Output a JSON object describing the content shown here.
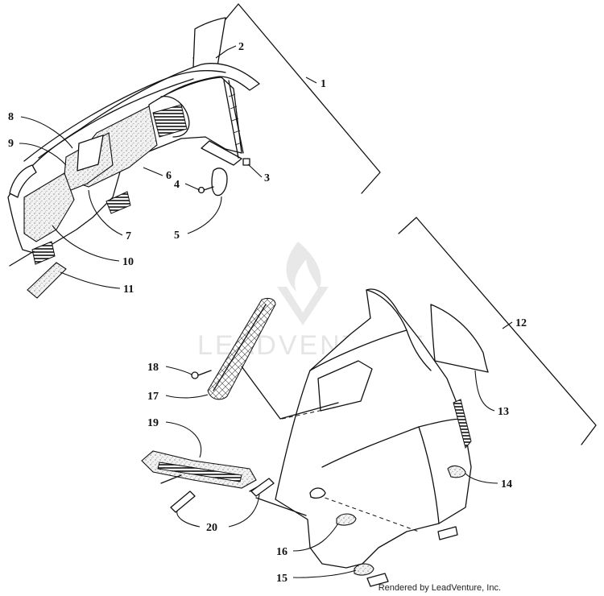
{
  "watermark": {
    "text": "LEADVENTURE"
  },
  "credit": "Rendered by LeadVenture, Inc.",
  "callouts": [
    {
      "id": "c1",
      "label": "1"
    },
    {
      "id": "c2",
      "label": "2"
    },
    {
      "id": "c3",
      "label": "3"
    },
    {
      "id": "c4",
      "label": "4"
    },
    {
      "id": "c5",
      "label": "5"
    },
    {
      "id": "c6",
      "label": "6"
    },
    {
      "id": "c7",
      "label": "7"
    },
    {
      "id": "c8",
      "label": "8"
    },
    {
      "id": "c9",
      "label": "9"
    },
    {
      "id": "c10",
      "label": "10"
    },
    {
      "id": "c11",
      "label": "11"
    },
    {
      "id": "c12",
      "label": "12"
    },
    {
      "id": "c13",
      "label": "13"
    },
    {
      "id": "c14",
      "label": "14"
    },
    {
      "id": "c15",
      "label": "15"
    },
    {
      "id": "c16",
      "label": "16"
    },
    {
      "id": "c17",
      "label": "17"
    },
    {
      "id": "c18",
      "label": "18"
    },
    {
      "id": "c19",
      "label": "19"
    },
    {
      "id": "c20",
      "label": "20"
    }
  ]
}
